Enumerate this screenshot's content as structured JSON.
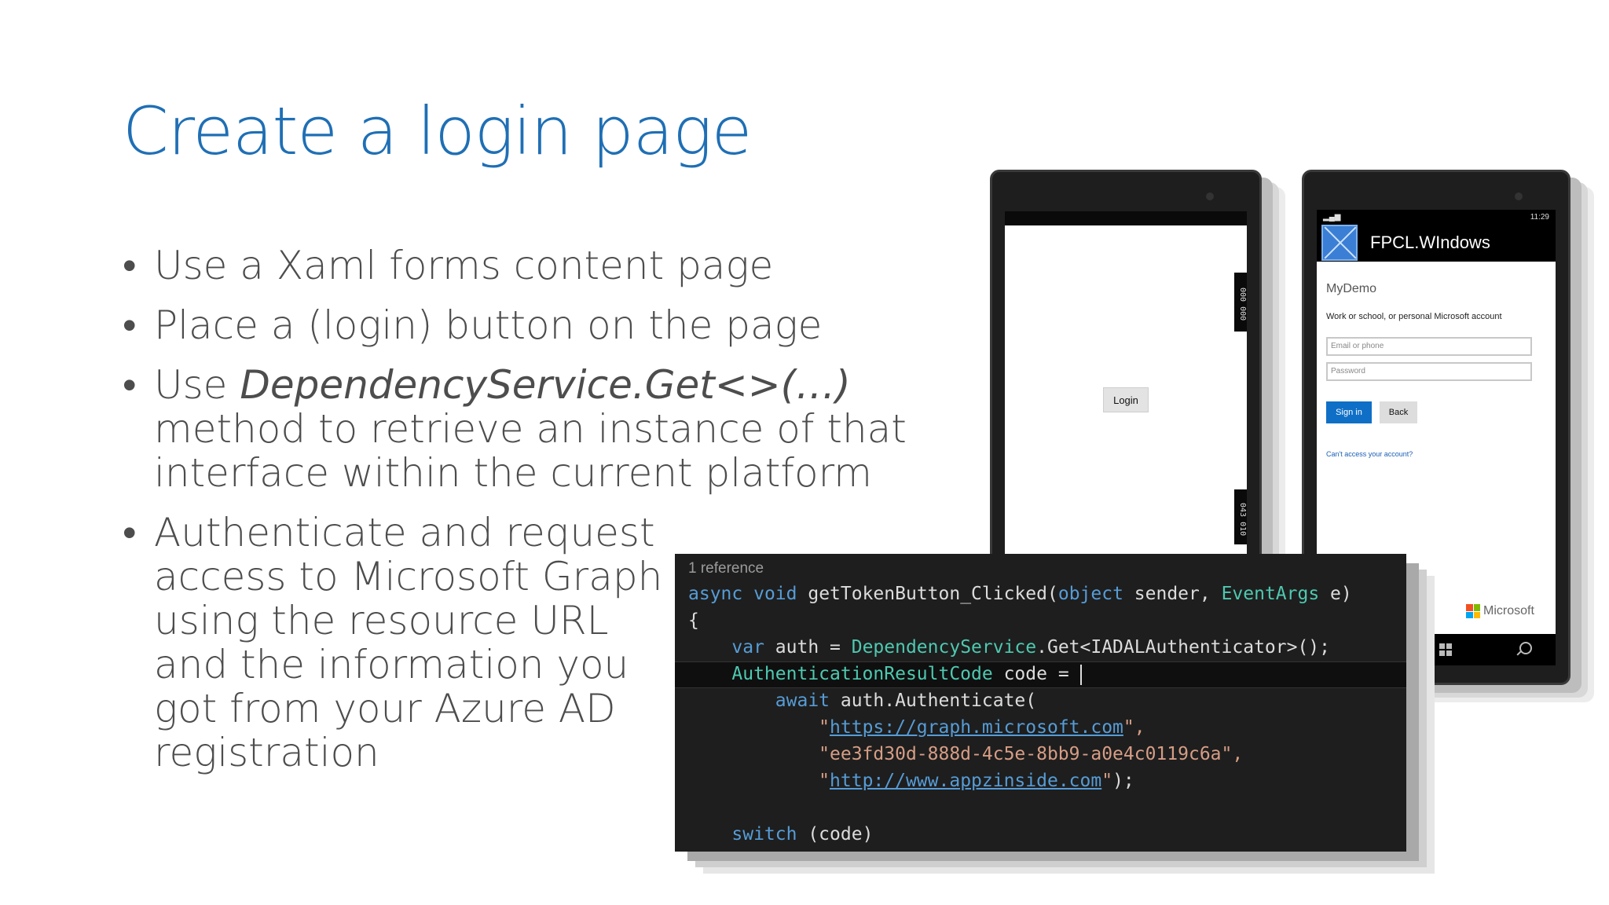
{
  "slide": {
    "title": "Create a login page",
    "bullets": {
      "b1": "Use a Xaml forms content page",
      "b2": "Place a (login) button on the page",
      "b3_pre": "Use ",
      "b3_em": "DependencyService.Get<>(…)",
      "b3_post": " method to retrieve an instance of that interface within the current platform",
      "b4": "Authenticate and request access to Microsoft Graph using the resource URL and the information you got from your Azure AD registration"
    }
  },
  "phone1": {
    "login_label": "Login",
    "side_top": "000 000",
    "side_bottom": "043 010"
  },
  "phone2": {
    "time": "11:29",
    "app_title": "FPCL.WIndows",
    "tenant": "MyDemo",
    "account_prompt": "Work or school, or personal Microsoft account",
    "email_placeholder": "Email or phone",
    "password_placeholder": "Password",
    "signin_label": "Sign in",
    "back_label": "Back",
    "cant_access": "Can't access your account?",
    "brand": "Microsoft"
  },
  "code": {
    "reference": "1 reference",
    "l1": {
      "kw1": "async",
      "kw2": "void",
      "name": " getTokenButton_Clicked(",
      "t1": "object",
      "mid": " sender, ",
      "t2": "EventArgs",
      "end": " e)"
    },
    "l2": "{",
    "l3": {
      "kw": "var",
      "mid": " auth = ",
      "ty": "DependencyService",
      "end": ".Get<IADALAuthenticator>();"
    },
    "l4": {
      "ty": "AuthenticationResultCode",
      "end": " code = "
    },
    "l5": {
      "kw": "await",
      "end": " auth.Authenticate("
    },
    "l6": {
      "q1": "\"",
      "link": "https://graph.microsoft.com",
      "q2": "\",",
      "end": ""
    },
    "l7": "\"ee3fd30d-888d-4c5e-8bb9-a0e4c0119c6a\",",
    "l8": {
      "q1": "\"",
      "link": "http://www.appzinside.com",
      "q2": "\"",
      "end": ");"
    },
    "l9": {
      "kw": "switch",
      "end": " (code)"
    }
  },
  "colors": {
    "title": "#1f6fb5",
    "keyword": "#569cd6",
    "type": "#4ec9b0",
    "string": "#d69d85",
    "signin": "#0f6fc6"
  }
}
